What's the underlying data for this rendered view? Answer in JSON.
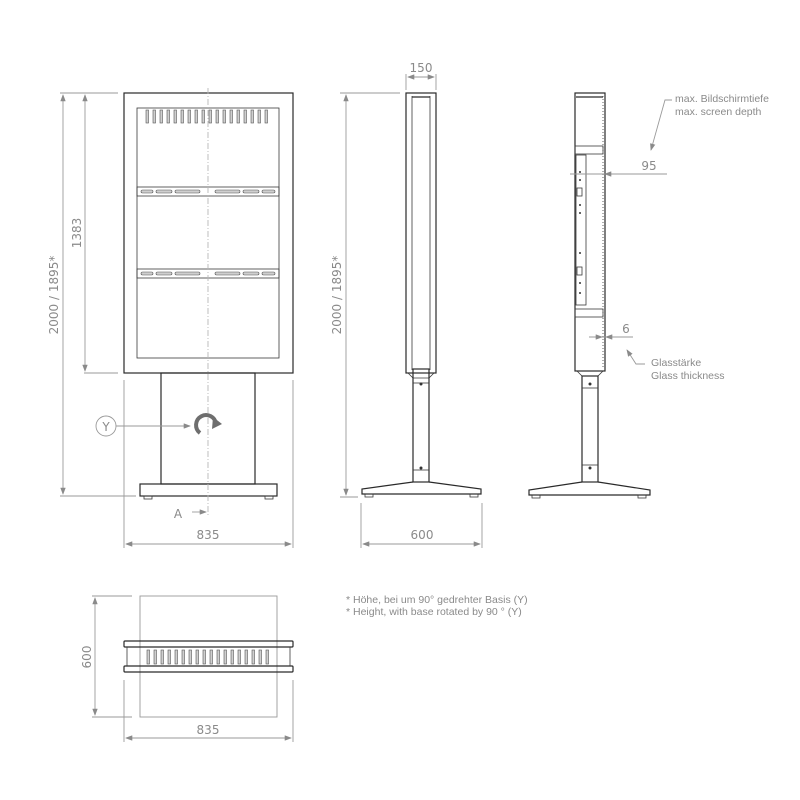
{
  "drawing": {
    "front_view": {
      "total_height_label": "2000 / 1895*",
      "screen_height_label": "1383",
      "width_label": "835",
      "rotation_marker_label": "Y",
      "section_marker_label": "A"
    },
    "side_view": {
      "depth_label": "150",
      "total_height_label": "2000 / 1895*",
      "base_width_label": "600"
    },
    "profile_view": {
      "screen_depth_value": "95",
      "screen_depth_note_de": "max. Bildschirmtiefe",
      "screen_depth_note_en": "max. screen depth",
      "glass_value": "6",
      "glass_note_de": "Glasstärke",
      "glass_note_en": "Glass thickness"
    },
    "top_view": {
      "depth_label": "600",
      "width_label": "835"
    },
    "footnote": {
      "line_de": "* Höhe, bei um 90° gedrehter Basis (Y)",
      "line_en": "* Height, with base rotated by 90 ° (Y)"
    },
    "colors": {
      "object_line": "#2a2a2a",
      "dimension_line": "#9a9a9a",
      "dimension_text": "#8a8a8a",
      "rotation_arrow": "#6e6e6e"
    }
  }
}
